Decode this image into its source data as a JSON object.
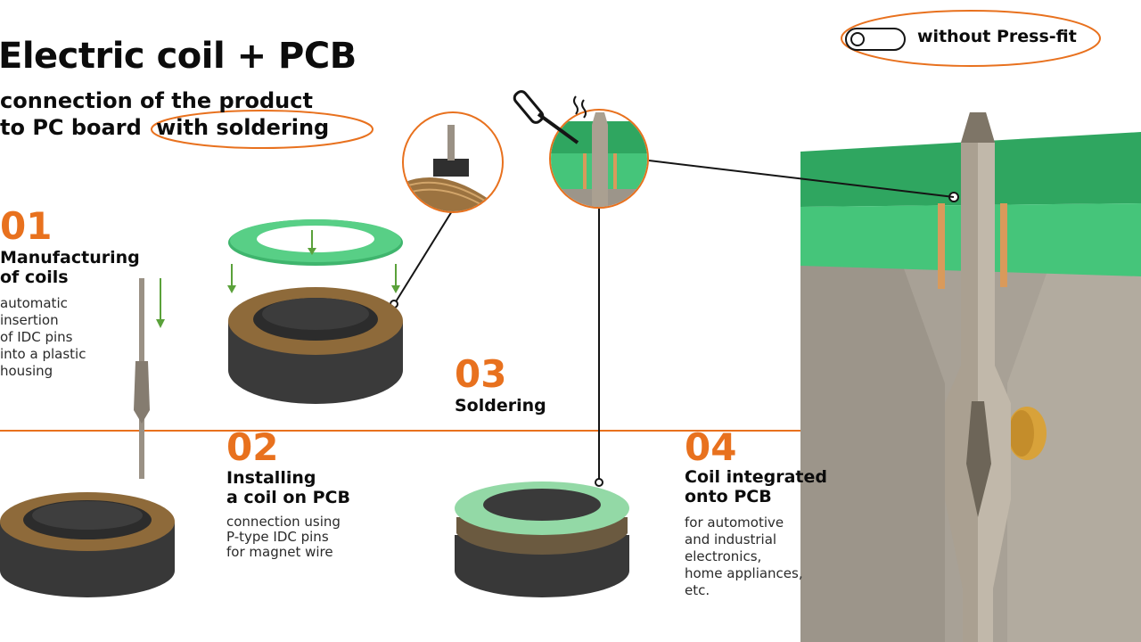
{
  "header": {
    "title": "Electric coil + PCB",
    "subtitle_line1": "connection of the product",
    "subtitle_line2_prefix": "to PC board ",
    "subtitle_highlight": "with soldering"
  },
  "toggle": {
    "label": "without Press-fit",
    "state": "off"
  },
  "steps": [
    {
      "number": "01",
      "title_line1": "Manufacturing",
      "title_line2": "of coils",
      "desc": [
        "automatic",
        "insertion",
        "of IDC pins",
        "into a plastic",
        "housing"
      ]
    },
    {
      "number": "02",
      "title_line1": "Installing",
      "title_line2": "a coil on PCB",
      "desc": [
        "connection using",
        "P-type IDC pins",
        "for magnet wire"
      ]
    },
    {
      "number": "03",
      "title_line1": "Soldering",
      "title_line2": "",
      "desc": []
    },
    {
      "number": "04",
      "title_line1": "Coil integrated",
      "title_line2": "onto PCB",
      "desc": [
        "for automotive",
        "and industrial",
        "electronics,",
        "home appliances,",
        "etc."
      ]
    }
  ],
  "colors": {
    "accent": "#e8711e",
    "pcb_green": "#41c175",
    "housing_dark": "#3a3a3a",
    "copper": "#b8864a",
    "pin_metal": "#a99e8e"
  }
}
